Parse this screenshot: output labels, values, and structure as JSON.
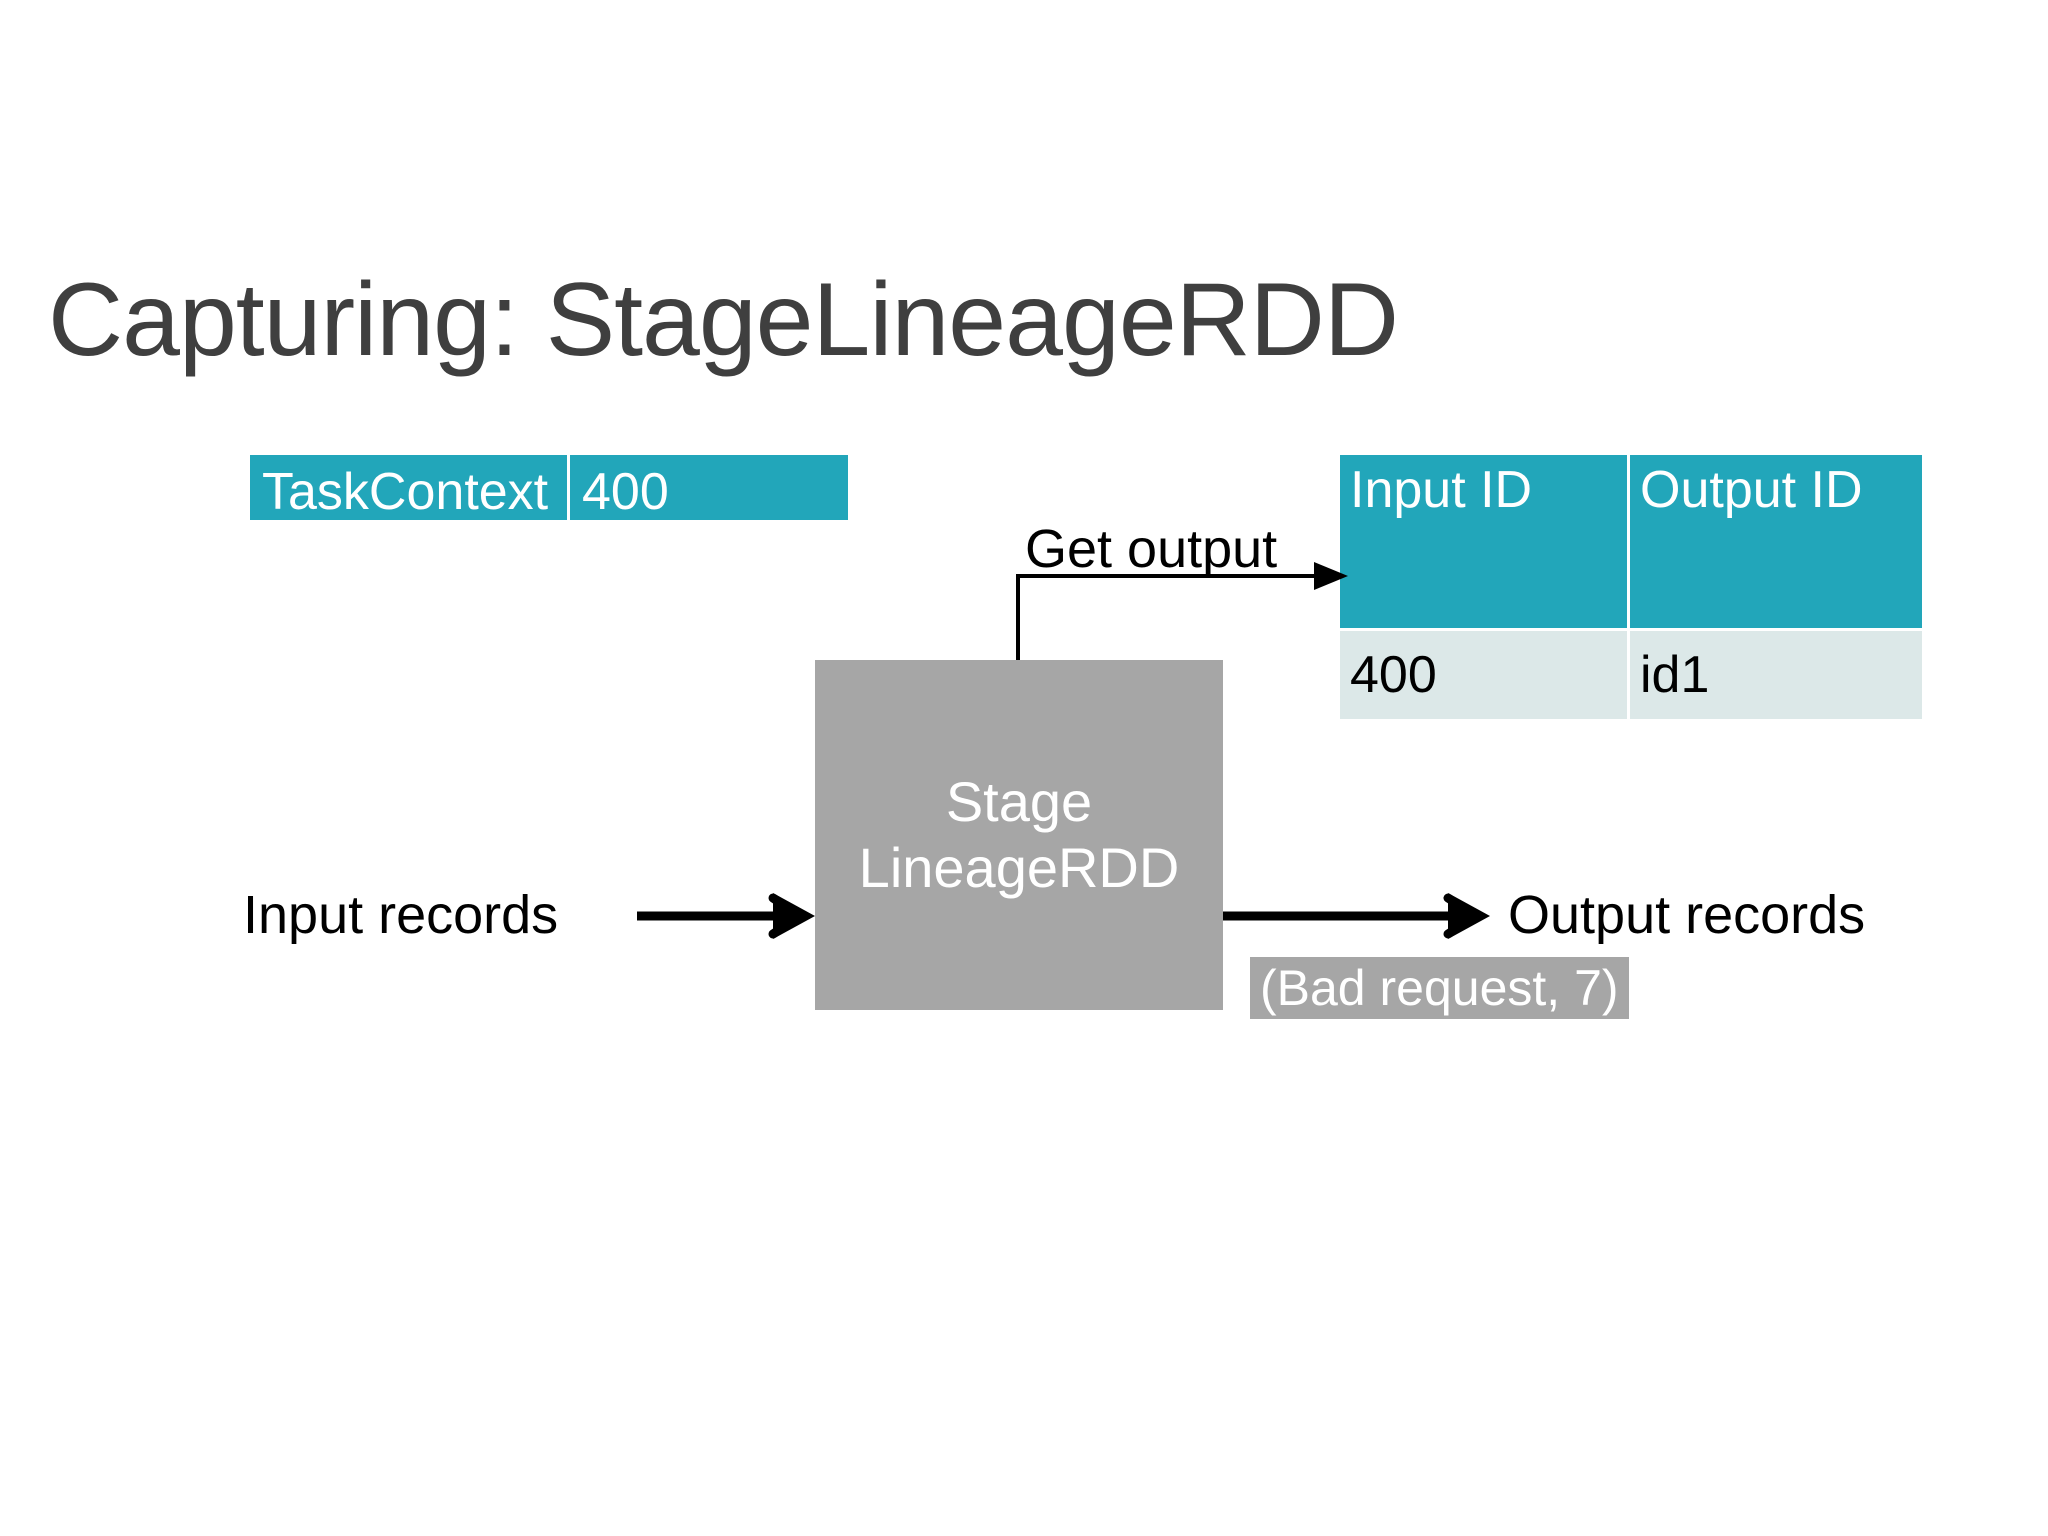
{
  "slide": {
    "title": "Capturing: StageLineageRDD",
    "background_color": "#ffffff",
    "title_color": "#3f3f3f"
  },
  "colors": {
    "table_header_teal": "#22A6BA",
    "table_row_light": "#dce8e8",
    "node_gray": "#a6a6a6",
    "arrow_black": "#000000",
    "text_white": "#ffffff"
  },
  "task_table": {
    "name": "TaskContext table",
    "rows": [
      {
        "cells": [
          "TaskContext",
          "400"
        ]
      }
    ]
  },
  "io_table": {
    "name": "Input ID / Output ID table",
    "headers": [
      "Input ID",
      "Output ID"
    ],
    "rows": [
      {
        "cells": [
          "400",
          "id1"
        ]
      }
    ]
  },
  "node": {
    "label": "Stage LineageRDD"
  },
  "labels": {
    "input_records": "Input records",
    "output_records": "Output records",
    "get_output": "Get output",
    "bad_request": "(Bad request, 7)"
  },
  "arrows": [
    {
      "name": "input-arrow",
      "from": "Input records",
      "to": "StageLineageRDD"
    },
    {
      "name": "output-arrow",
      "from": "StageLineageRDD",
      "to": "Output records"
    },
    {
      "name": "get-output-arrow",
      "from": "StageLineageRDD",
      "to": "Input ID / Output ID table"
    }
  ]
}
